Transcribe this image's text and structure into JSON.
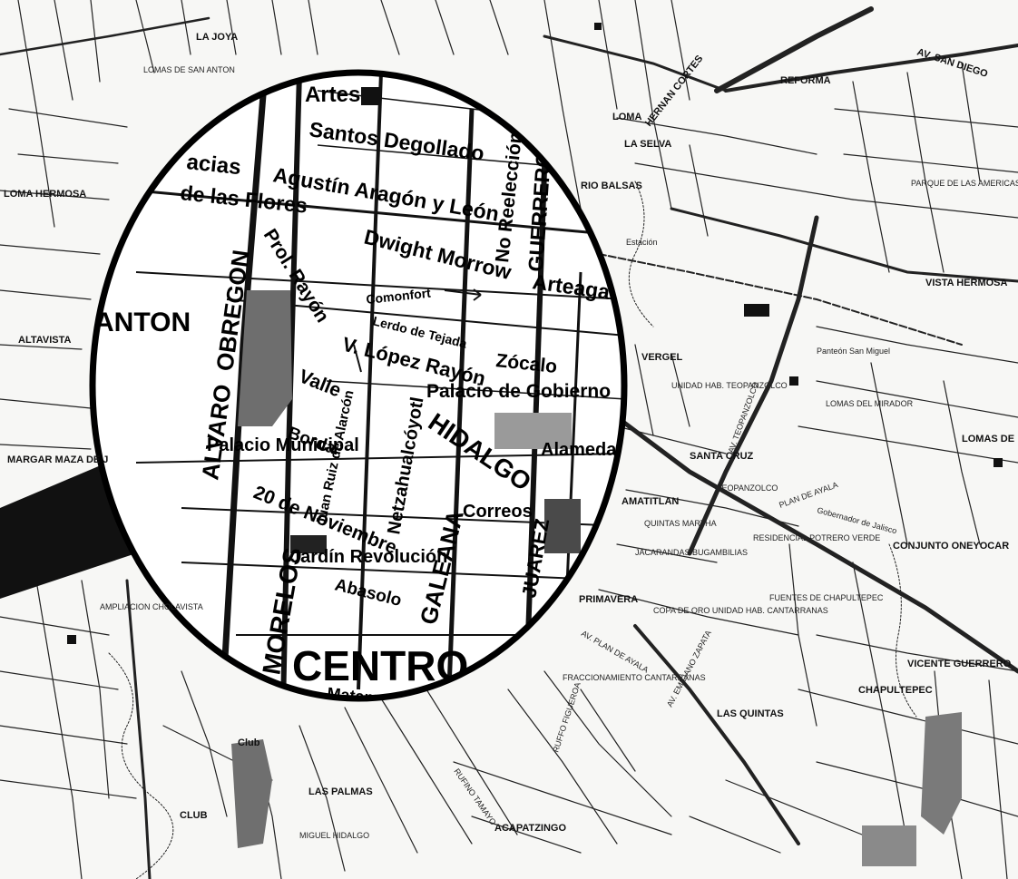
{
  "map": {
    "colors": {
      "paper": "#f7f7f5",
      "ink": "#111111",
      "lens_fill": "#ffffff",
      "park": "#7a7a7a"
    },
    "outer_labels": [
      "LA JOYA",
      "LOMAS DE SAN ANTON",
      "LOMA HERMOSA",
      "REFORMA",
      "AV. SAN DIEGO",
      "LOMA",
      "HERNAN CORTES",
      "LA SELVA",
      "RIO BALSAS",
      "PARQUE DE LAS AMERICAS",
      "VISTA HERMOSA",
      "ALTAVISTA",
      "VERGEL",
      "UNIDAD HAB. TEOPANZOLCO",
      "LOMAS DEL MIRADOR",
      "LOMAS DE",
      "MARGAR MAZA DE J",
      "SANTA CRUZ",
      "TEOPANZOLCO",
      "AMATITLAN",
      "QUINTAS MARTHA",
      "JACARANDAS BUGAMBILIAS",
      "RESIDENCIAL POTRERO VERDE",
      "CONJUNTO ONEYOCAR",
      "PRIMAVERA",
      "COPA DE ORO UNIDAD HAB. CANTARRANAS",
      "FUENTES DE CHAPULTEPEC",
      "VICENTE GUERRERO",
      "CHAPULTEPEC",
      "AMPLIACION CHOLAVISTA",
      "FRACCIONAMIENTO CANTARRANAS",
      "LAS QUINTAS",
      "LAS PALMAS",
      "ACAPATZINGO",
      "MIGUEL HIDALGO",
      "CLUB",
      "Club",
      "PLAN DE AYALA",
      "AV. EMILIANO ZAPATA",
      "AV. TEOPANZOLCO",
      "Estación",
      "Panteón San Miguel",
      "AV. PLAN DE AYALA",
      "RUFFO FIGUEROA",
      "RUFINO TAMAYO",
      "Gobernador de Jalisco"
    ],
    "lens_labels": [
      "Artes",
      "Santos Degollado",
      "Agustín Aragón y León",
      "acias",
      "de las Flores",
      "Prol. Rayón",
      "Dwight Morrow",
      "No Reelección",
      "GUERRERO",
      "Arteaga",
      "Comonfort",
      "Lerdo de Tejada",
      "V. López Rayón",
      "Zócalo",
      "ANTON",
      "OBREGON",
      "ALVARO",
      "Valle",
      "Palacio de Gobierno",
      "HIDALGO",
      "Alameda",
      "Palacio Municipal",
      "Juan Ruiz de Alarcón",
      "Netzahualcóyotl",
      "20 de Noviembre",
      "Correos",
      "Jardín Revolución",
      "Abasolo",
      "GALEANA",
      "JUAREZ",
      "MORELOS",
      "CENTRO",
      "Matamoros",
      "Borda"
    ]
  }
}
